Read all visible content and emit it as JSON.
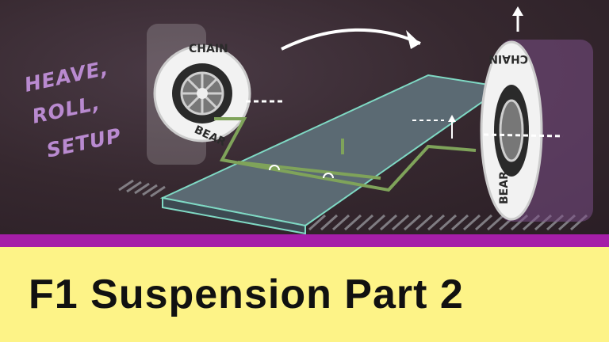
{
  "side_text": {
    "line1": "HEAVE,",
    "line2": "ROLL,",
    "line3": "SETUP"
  },
  "wheel_left": {
    "top_text": "CHAIN",
    "bottom_text": "BEAR"
  },
  "wheel_right": {
    "top_text": "CHAIN",
    "bottom_text": "BEAR"
  },
  "title": "F1 Suspension Part 2",
  "colors": {
    "board": "#36282f",
    "stripe": "#a51ea8",
    "banner": "#fdf387",
    "chalk_purple": "#b98ad0",
    "floor": "#5b6a73",
    "arm": "#7fa35a"
  }
}
